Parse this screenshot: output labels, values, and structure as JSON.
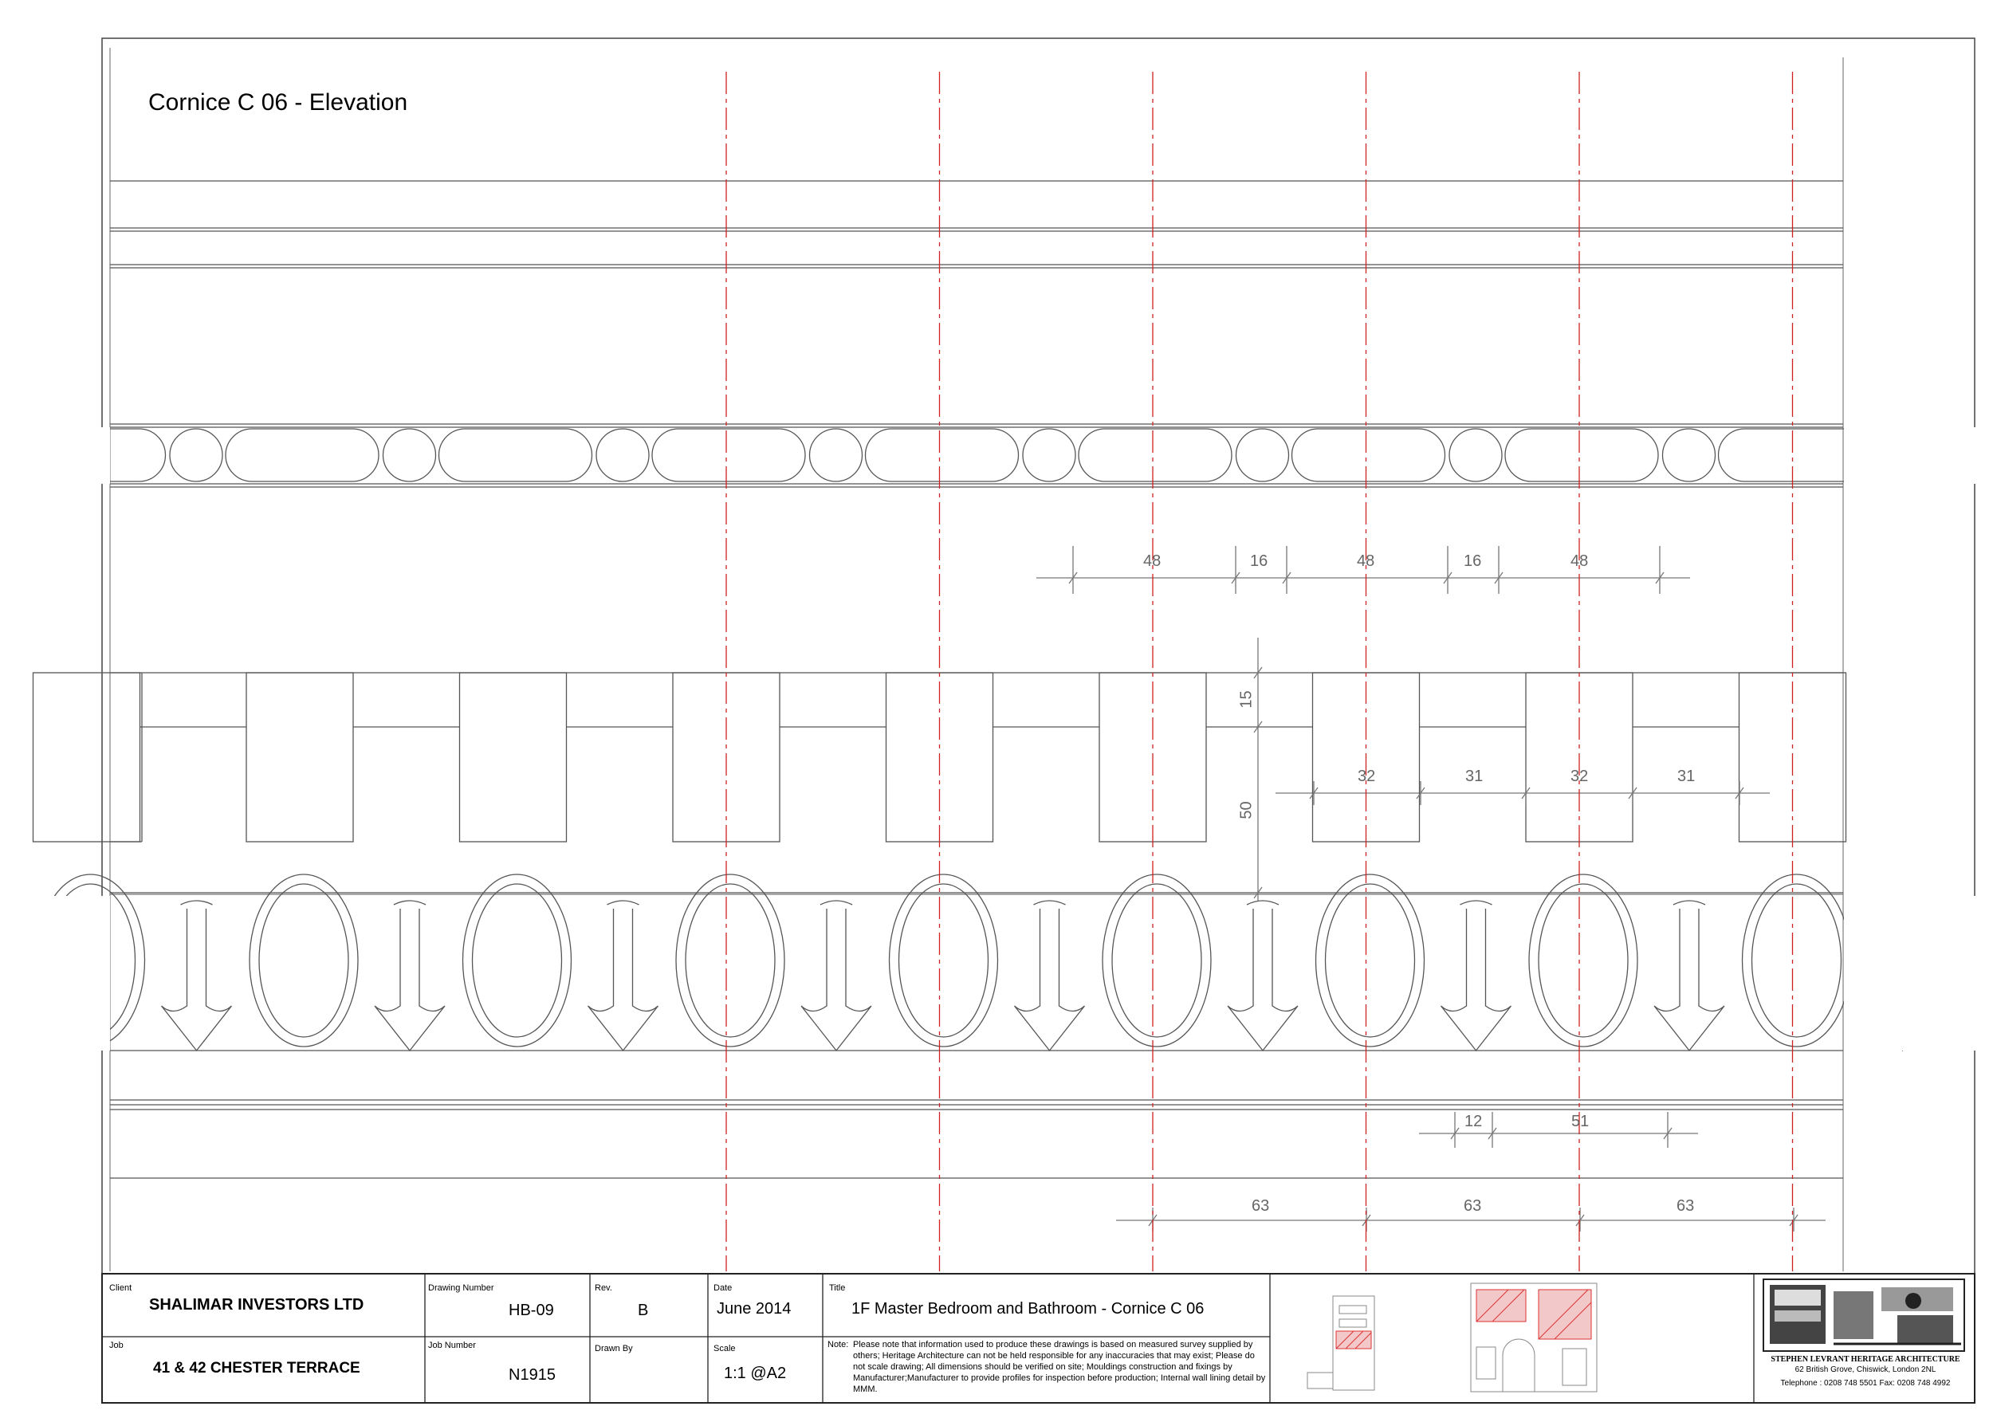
{
  "drawing": {
    "title": "Cornice C 06 - Elevation",
    "dimensions": {
      "row1": [
        "48",
        "16",
        "48",
        "16",
        "48"
      ],
      "vertical": [
        "15",
        "50"
      ],
      "row2": [
        "32",
        "31",
        "32",
        "31"
      ],
      "row3": [
        "12",
        "51"
      ],
      "row4": [
        "63",
        "63",
        "63"
      ]
    }
  },
  "title_block": {
    "client_label": "Client",
    "client": "SHALIMAR INVESTORS LTD",
    "job_label": "Job",
    "job": "41 & 42 CHESTER TERRACE",
    "drawing_number_label": "Drawing Number",
    "drawing_number": "HB-09",
    "job_number_label": "Job Number",
    "job_number": "N1915",
    "rev_label": "Rev.",
    "rev": "B",
    "drawn_by_label": "Drawn By",
    "date_label": "Date",
    "date": "June 2014",
    "scale_label": "Scale",
    "scale": "1:1 @A2",
    "title_label": "Title",
    "title": "1F Master Bedroom and Bathroom - Cornice C 06",
    "note_label": "Note:",
    "note": "Please note that information used to produce these drawings is based on measured survey supplied by others; Heritage Architecture can not be held responsible for any inaccuracies that may exist; Please do not scale drawing; All dimensions should be verified on site; Mouldings construction and fixings by Manufacturer;Manufacturer to provide profiles for inspection before production; Internal wall lining detail by MMM.",
    "firm_name": "STEPHEN LEVRANT HERITAGE ARCHITECTURE",
    "firm_address": "62 British Grove, Chiswick, London 2NL",
    "firm_phone": "Telephone : 0208 748 5501 Fax: 0208 748 4992"
  },
  "colors": {
    "line": "#555555",
    "centerline": "#cc2222",
    "hatch": "#dd3333"
  }
}
